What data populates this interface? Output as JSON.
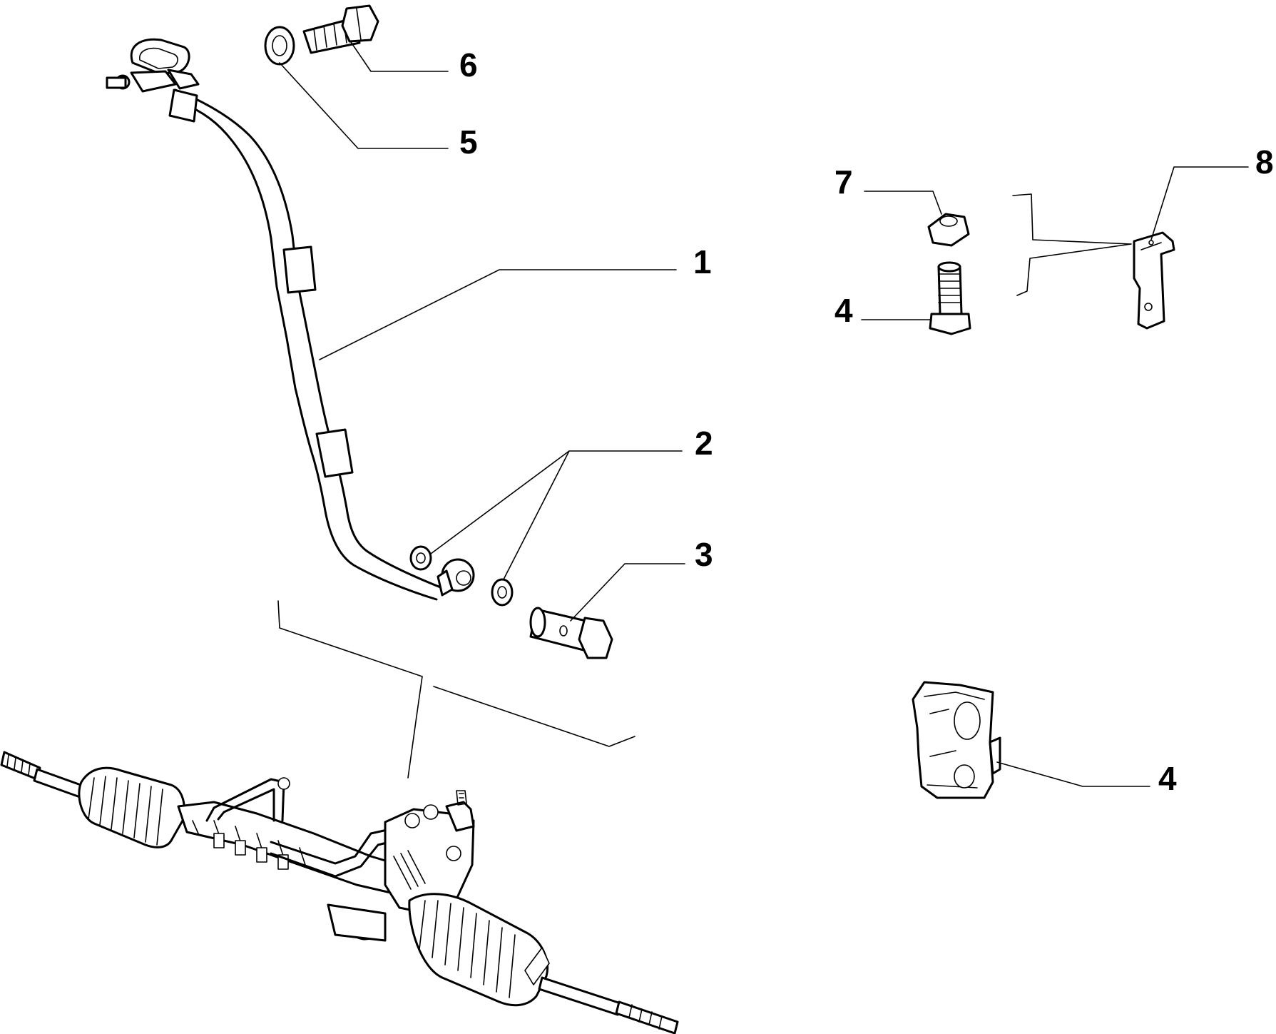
{
  "diagram": {
    "callouts": [
      {
        "id": "c1",
        "label": "1"
      },
      {
        "id": "c2",
        "label": "2"
      },
      {
        "id": "c3",
        "label": "3"
      },
      {
        "id": "c4a",
        "label": "4"
      },
      {
        "id": "c4b",
        "label": "4"
      },
      {
        "id": "c5",
        "label": "5"
      },
      {
        "id": "c6",
        "label": "6"
      },
      {
        "id": "c7",
        "label": "7"
      },
      {
        "id": "c8",
        "label": "8"
      }
    ],
    "ink_color": "#000000",
    "background": "#ffffff"
  }
}
